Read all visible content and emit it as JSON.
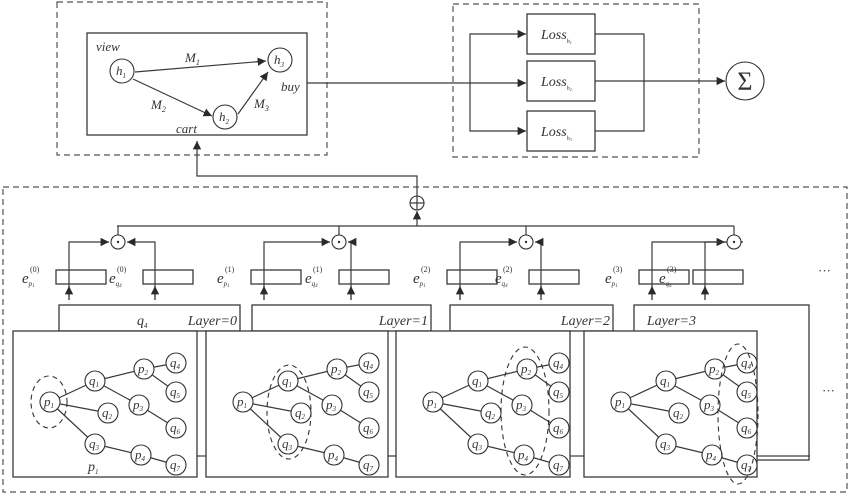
{
  "behavior_graph": {
    "nodes": [
      {
        "id": "h1",
        "base": "h",
        "sub": "1",
        "behavior": "view"
      },
      {
        "id": "h2",
        "base": "h",
        "sub": "2",
        "behavior": "cart"
      },
      {
        "id": "h3",
        "base": "h",
        "sub": "3",
        "behavior": "buy"
      }
    ],
    "edges": [
      {
        "from": "h1",
        "to": "h3",
        "label": "M",
        "sub": "1"
      },
      {
        "from": "h1",
        "to": "h2",
        "label": "M",
        "sub": "2"
      },
      {
        "from": "h2",
        "to": "h3",
        "label": "M",
        "sub": "3"
      }
    ]
  },
  "losses": [
    {
      "label": "Loss",
      "sub": "h",
      "subsub": "1"
    },
    {
      "label": "Loss",
      "sub": "h",
      "subsub": "2"
    },
    {
      "label": "Loss",
      "sub": "h",
      "subsub": "3"
    }
  ],
  "sum_symbol": "Σ",
  "aggregate_symbol": "⊕",
  "product_symbol": "·",
  "ellipsis": "···",
  "layers": [
    {
      "label": "Layer=0",
      "index": "0",
      "highlight": [
        "p1"
      ]
    },
    {
      "label": "Layer=1",
      "index": "1",
      "highlight": [
        "q1",
        "q2",
        "q3"
      ]
    },
    {
      "label": "Layer=2",
      "index": "2",
      "highlight": [
        "p2",
        "p3",
        "p4"
      ]
    },
    {
      "label": "Layer=3",
      "index": "3",
      "highlight": [
        "q4",
        "q5",
        "q6",
        "q7"
      ]
    }
  ],
  "embeddings": {
    "base": "e",
    "left_sub": "p",
    "left_subsub": "1",
    "right_sub": "q",
    "right_subsub": "4"
  },
  "tree": {
    "nodes": [
      {
        "id": "p1",
        "base": "p",
        "sub": "1"
      },
      {
        "id": "q1",
        "base": "q",
        "sub": "1"
      },
      {
        "id": "q2",
        "base": "q",
        "sub": "2"
      },
      {
        "id": "q3",
        "base": "q",
        "sub": "3"
      },
      {
        "id": "p2",
        "base": "p",
        "sub": "2"
      },
      {
        "id": "p3",
        "base": "p",
        "sub": "3"
      },
      {
        "id": "p4",
        "base": "p",
        "sub": "4"
      },
      {
        "id": "q4",
        "base": "q",
        "sub": "4"
      },
      {
        "id": "q5",
        "base": "q",
        "sub": "5"
      },
      {
        "id": "q6",
        "base": "q",
        "sub": "6"
      },
      {
        "id": "q7",
        "base": "q",
        "sub": "7"
      }
    ],
    "edges": [
      [
        "p1",
        "q1"
      ],
      [
        "p1",
        "q2"
      ],
      [
        "p1",
        "q3"
      ],
      [
        "q1",
        "p2"
      ],
      [
        "q1",
        "p3"
      ],
      [
        "q3",
        "p4"
      ],
      [
        "p2",
        "q4"
      ],
      [
        "p2",
        "q5"
      ],
      [
        "p3",
        "q6"
      ],
      [
        "p4",
        "q7"
      ]
    ]
  },
  "layer0_labels": {
    "target": "q",
    "target_sub": "4",
    "source": "p",
    "source_sub": "1"
  }
}
